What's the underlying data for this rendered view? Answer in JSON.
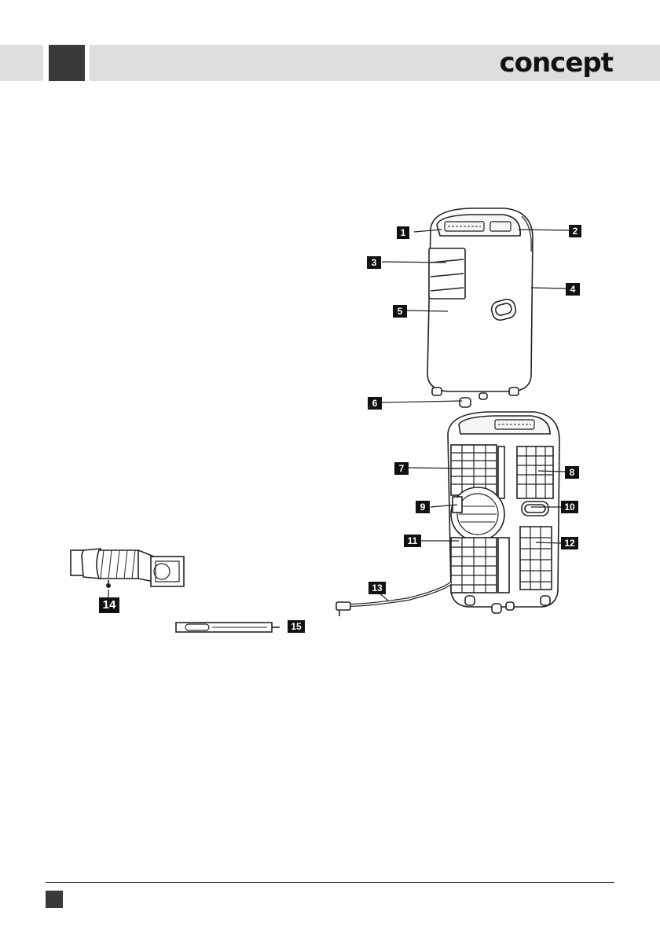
{
  "header": {
    "brand": "concept"
  },
  "callouts": [
    "1",
    "2",
    "3",
    "4",
    "5",
    "6",
    "7",
    "8",
    "9",
    "10",
    "11",
    "12",
    "13",
    "14",
    "15"
  ]
}
